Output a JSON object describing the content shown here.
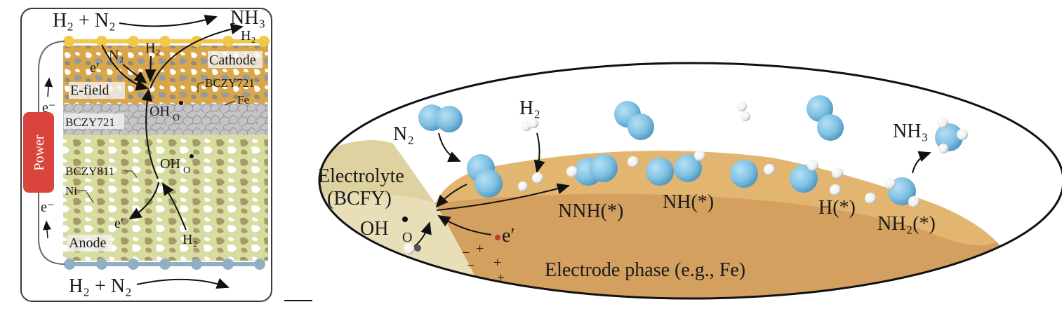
{
  "left_panel": {
    "top_gas_in": "H₂ + N₂",
    "top_product": "NH₃",
    "top_h2_out": "H₂",
    "cathode_label": "Cathode",
    "cathode_n2": "N₂",
    "cathode_h2": "H₂",
    "cathode_e": "e′",
    "efield_label": "E-field",
    "bczy721_callout": "BCZY721",
    "fe_callout": "Fe",
    "oh_upper": "OH",
    "oh_sub": "O",
    "electrolyte_label": "BCZY721",
    "power_label": "Power",
    "e_minus_top": "e⁻",
    "e_minus_bottom": "e⁻",
    "bczy811_callout": "BCZY811",
    "ni_callout": "Ni",
    "oh_lower": "OH",
    "oh_lower_sub": "O",
    "anode_e": "e′",
    "anode_h2": "H₂",
    "anode_label": "Anode",
    "bottom_gas_in": "H₂ + N₂",
    "colors": {
      "cathode": "#d9a64a",
      "electrolyte": "#b9b9bd",
      "anode": "#bdbd7a",
      "power": "#d9453c",
      "cathode_bus": "#f2c84b",
      "anode_bus": "#8fb0c4"
    }
  },
  "right_panel": {
    "n2_label": "N₂",
    "h2_label": "H₂",
    "nh3_label": "NH₃",
    "electrolyte_label_1": "Electrolyte",
    "electrolyte_label_2": "(BCFY)",
    "oh_label": "OH",
    "oh_sub": "O",
    "e_label": "e′",
    "nnh_label": "NNH(*)",
    "nh_label": "NH(*)",
    "h_label": "H(*)",
    "nh2_label": "NH₂(*)",
    "electrode_label": "Electrode phase (e.g., Fe)",
    "charges": [
      "−",
      "+",
      "−",
      "+",
      "−",
      "+"
    ],
    "colors": {
      "electrode": "#d4a060",
      "electrolyte": "#e8dfb8",
      "nitrogen": "#7fc1e3",
      "hydrogen": "#f4f4f4"
    }
  }
}
